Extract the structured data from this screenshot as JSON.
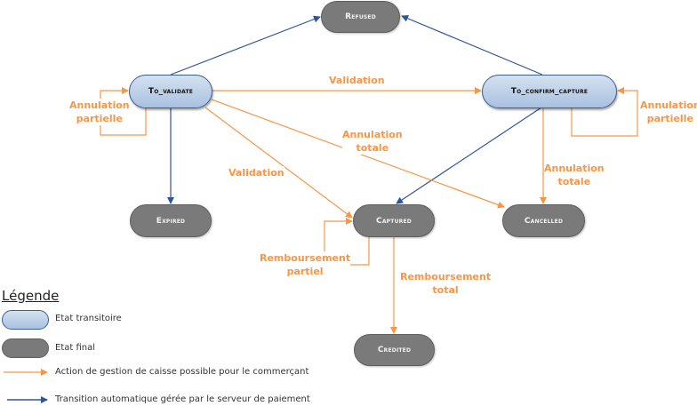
{
  "diagram": {
    "nodes": {
      "refused": {
        "label": "Refused",
        "kind": "final"
      },
      "to_validate": {
        "label": "To_validate",
        "kind": "transient"
      },
      "to_confirm_capture": {
        "label": "To_confirm_capture",
        "kind": "transient"
      },
      "expired": {
        "label": "Expired",
        "kind": "final"
      },
      "captured": {
        "label": "Captured",
        "kind": "final"
      },
      "cancelled": {
        "label": "Cancelled",
        "kind": "final"
      },
      "credited": {
        "label": "Credited",
        "kind": "final"
      }
    },
    "edges": [
      {
        "from": "to_validate",
        "to": "refused",
        "type": "automatic"
      },
      {
        "from": "to_confirm_capture",
        "to": "refused",
        "type": "automatic"
      },
      {
        "from": "to_validate",
        "to": "to_confirm_capture",
        "type": "merchant",
        "label": "Validation"
      },
      {
        "from": "to_validate",
        "to": "to_validate",
        "type": "merchant",
        "label": "Annulation partielle"
      },
      {
        "from": "to_confirm_capture",
        "to": "to_confirm_capture",
        "type": "merchant",
        "label": "Annulation partielle"
      },
      {
        "from": "to_validate",
        "to": "expired",
        "type": "automatic"
      },
      {
        "from": "to_validate",
        "to": "captured",
        "type": "merchant",
        "label": "Validation"
      },
      {
        "from": "to_validate",
        "to": "cancelled",
        "type": "merchant",
        "label": "Annulation totale"
      },
      {
        "from": "to_confirm_capture",
        "to": "captured",
        "type": "automatic"
      },
      {
        "from": "to_confirm_capture",
        "to": "cancelled",
        "type": "merchant",
        "label": "Annulation totale"
      },
      {
        "from": "captured",
        "to": "captured",
        "type": "merchant",
        "label": "Remboursement partiel"
      },
      {
        "from": "captured",
        "to": "credited",
        "type": "merchant",
        "label": "Remboursement total"
      }
    ],
    "labels": {
      "validation_top": [
        "Validation"
      ],
      "annulation_partielle_left": [
        "Annulation",
        "partielle"
      ],
      "annulation_partielle_right": [
        "Annulation",
        "partielle"
      ],
      "annulation_totale_mid": [
        "Annulation",
        "totale"
      ],
      "validation_diag": [
        "Validation"
      ],
      "annulation_totale_right": [
        "Annulation",
        "totale"
      ],
      "remboursement_partiel": [
        "Remboursement",
        "partiel"
      ],
      "remboursement_total": [
        "Remboursement",
        "total"
      ]
    },
    "colors": {
      "merchant_arrow": "#f79646",
      "automatic_arrow": "#2f5597",
      "transient_fill": "#b8cce4",
      "final_fill": "#7a7a7a"
    }
  },
  "legend": {
    "title": "Légende",
    "transient": "Etat transitoire",
    "final": "Etat final",
    "merchant_arrow": "Action de gestion de caisse possible pour le commerçant",
    "automatic_arrow": "Transition automatique gérée par le serveur de paiement"
  }
}
